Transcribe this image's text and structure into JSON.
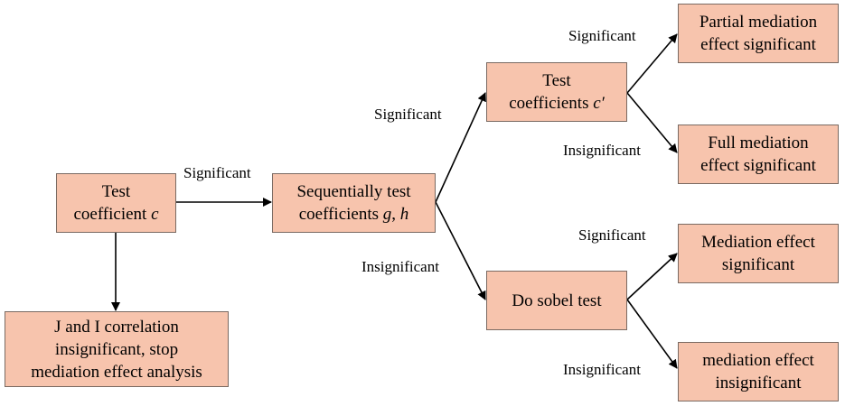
{
  "colors": {
    "box_fill": "#f7c4ad",
    "box_border": "#7a6a62",
    "line": "#000000"
  },
  "nodes": {
    "test_c": {
      "line1": "Test",
      "line2_text": "coefficient ",
      "line2_italic": "c"
    },
    "sequential": {
      "line1": "Sequentially test",
      "line2_text": "coefficients ",
      "line2_italic1": "g",
      "line2_sep": ", ",
      "line2_italic2": "h"
    },
    "stop": {
      "line1": "J and I correlation",
      "line2": "insignificant, stop",
      "line3": "mediation effect analysis"
    },
    "test_cprime": {
      "line1": "Test",
      "line2_text": "coefficients ",
      "line2_italic": "c′"
    },
    "sobel": {
      "line1": "Do sobel test"
    },
    "partial": {
      "line1": "Partial mediation",
      "line2": "effect significant"
    },
    "full": {
      "line1": "Full mediation",
      "line2": "effect significant"
    },
    "mediation_sig": {
      "line1": "Mediation effect",
      "line2": "significant"
    },
    "mediation_insig": {
      "line1": "mediation effect",
      "line2": "insignificant"
    }
  },
  "edge_labels": {
    "c_to_seq": "Significant",
    "seq_to_cprime": "Significant",
    "seq_to_sobel": "Insignificant",
    "cprime_to_partial": "Significant",
    "cprime_to_full": "Insignificant",
    "sobel_to_sig": "Significant",
    "sobel_to_insig": "Insignificant"
  }
}
